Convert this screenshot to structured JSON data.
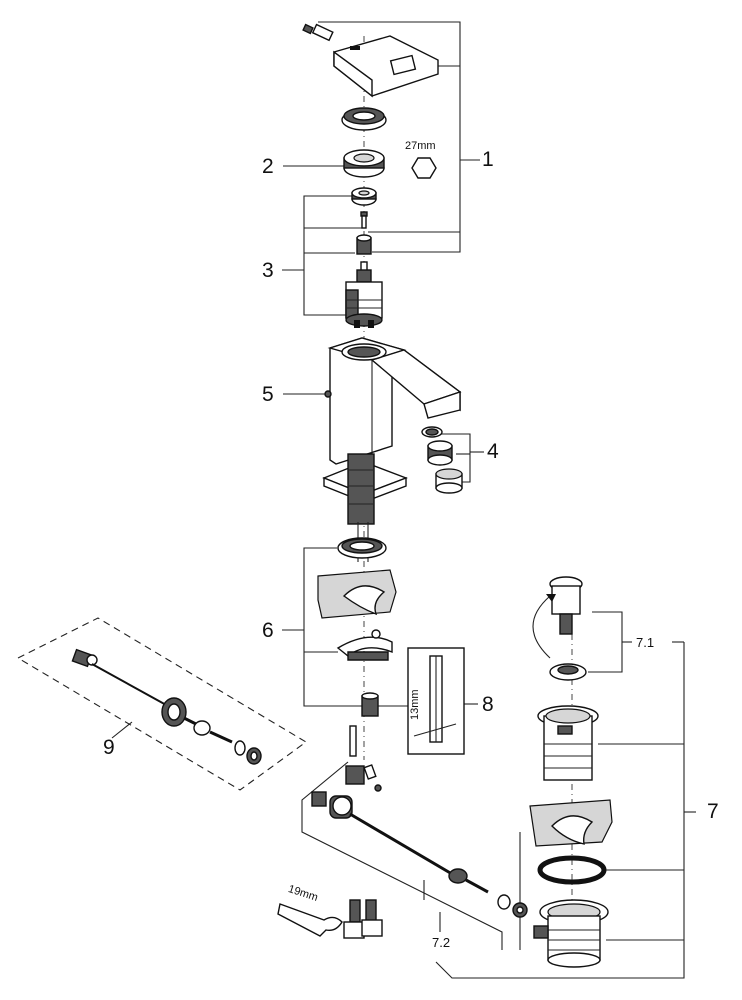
{
  "callouts": {
    "c1": "1",
    "c2": "2",
    "c3": "3",
    "c4": "4",
    "c5": "5",
    "c6": "6",
    "c7": "7",
    "c7_1": "7.1",
    "c7_2": "7.2",
    "c8": "8",
    "c9": "9"
  },
  "dimensions": {
    "hex_nut": "27mm",
    "hex_key": "13mm",
    "wrench": "19mm"
  }
}
